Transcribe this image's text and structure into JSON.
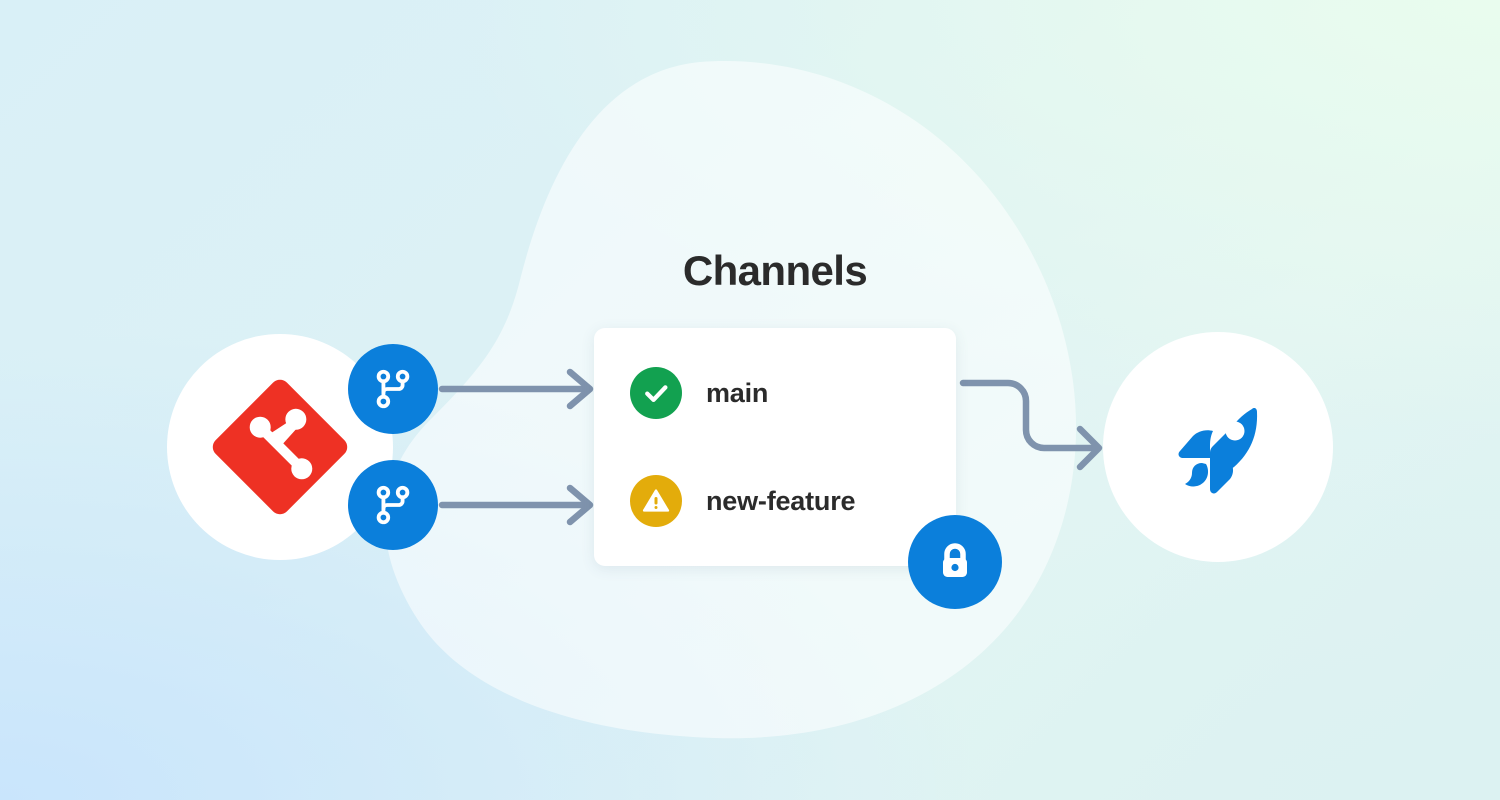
{
  "background": {
    "gradient_top_left": "#d9f0f7",
    "gradient_top_right": "#e9fcee",
    "gradient_bottom_left": "#c9e5fc",
    "gradient_bottom_right": "#dcf2f2",
    "blob_color": "#eaf7fa"
  },
  "panel": {
    "title": "Channels",
    "title_color": "#2b2b2b",
    "card_background": "#ffffff"
  },
  "channels": [
    {
      "label": "main",
      "status": "ok",
      "status_icon": "check-circle-icon",
      "status_color": "#12A150"
    },
    {
      "label": "new-feature",
      "status": "warning",
      "status_icon": "warning-triangle-icon",
      "status_color": "#E3AC0B"
    }
  ],
  "source": {
    "icon": "git-logo-icon",
    "icon_color": "#EE3124",
    "circle_color": "#ffffff"
  },
  "branches": [
    {
      "icon": "code-branch-icon",
      "badge_color": "#0B7FDB"
    },
    {
      "icon": "code-branch-icon",
      "badge_color": "#0B7FDB"
    }
  ],
  "lock": {
    "icon": "lock-icon",
    "badge_color": "#0B7FDB",
    "icon_color": "#ffffff"
  },
  "target": {
    "icon": "rocket-icon",
    "icon_color": "#0B7FDB",
    "circle_color": "#ffffff"
  },
  "connectors": {
    "color": "#7f93ad",
    "items": [
      {
        "from": "branch-badge-main",
        "to": "channel-main",
        "style": "straight-arrow"
      },
      {
        "from": "branch-badge-feature",
        "to": "channel-new-feature",
        "style": "straight-arrow"
      },
      {
        "from": "channels-card",
        "to": "rocket-circle",
        "style": "s-curve-arrow"
      }
    ]
  }
}
